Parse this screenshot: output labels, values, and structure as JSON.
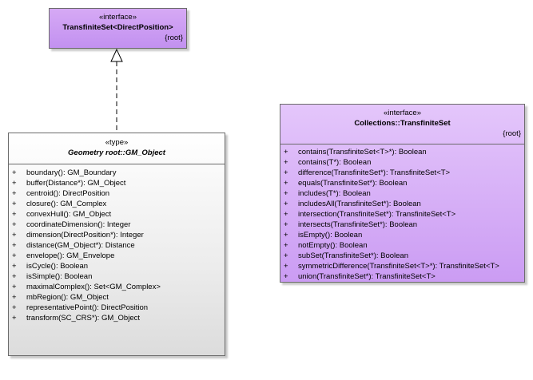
{
  "transfinite_set": {
    "stereotype": "«interface»",
    "name": "TransfiniteSet<DirectPosition>",
    "root": "{root}"
  },
  "gm_object": {
    "stereotype": "«type»",
    "name": "Geometry root::GM_Object",
    "operations": [
      {
        "vis": "+",
        "sig": "boundary(): GM_Boundary"
      },
      {
        "vis": "+",
        "sig": "buffer(Distance*): GM_Object"
      },
      {
        "vis": "+",
        "sig": "centroid(): DirectPosition"
      },
      {
        "vis": "+",
        "sig": "closure(): GM_Complex"
      },
      {
        "vis": "+",
        "sig": "convexHull(): GM_Object"
      },
      {
        "vis": "+",
        "sig": "coordinateDimension(): Integer"
      },
      {
        "vis": "+",
        "sig": "dimension(DirectPosition*): Integer"
      },
      {
        "vis": "+",
        "sig": "distance(GM_Object*): Distance"
      },
      {
        "vis": "+",
        "sig": "envelope(): GM_Envelope"
      },
      {
        "vis": "+",
        "sig": "isCycle(): Boolean"
      },
      {
        "vis": "+",
        "sig": "isSimple(): Boolean"
      },
      {
        "vis": "+",
        "sig": "maximalComplex(): Set<GM_Complex>"
      },
      {
        "vis": "+",
        "sig": "mbRegion(): GM_Object"
      },
      {
        "vis": "+",
        "sig": "representativePoint(): DirectPosition"
      },
      {
        "vis": "+",
        "sig": "transform(SC_CRS*): GM_Object"
      }
    ]
  },
  "collections_ts": {
    "stereotype": "«interface»",
    "name": "Collections::TransfiniteSet",
    "root": "{root}",
    "operations": [
      {
        "vis": "+",
        "sig": "contains(TransfiniteSet<T>*): Boolean"
      },
      {
        "vis": "+",
        "sig": "contains(T*): Boolean"
      },
      {
        "vis": "+",
        "sig": "difference(TransfiniteSet*): TransfiniteSet<T>"
      },
      {
        "vis": "+",
        "sig": "equals(TransfiniteSet*): Boolean"
      },
      {
        "vis": "+",
        "sig": "includes(T*): Boolean"
      },
      {
        "vis": "+",
        "sig": "includesAll(TransfiniteSet*): Boolean"
      },
      {
        "vis": "+",
        "sig": "intersection(TransfiniteSet*): TransfiniteSet<T>"
      },
      {
        "vis": "+",
        "sig": "intersects(TransfiniteSet*): Boolean"
      },
      {
        "vis": "+",
        "sig": "isEmpty(): Boolean"
      },
      {
        "vis": "+",
        "sig": "notEmpty(): Boolean"
      },
      {
        "vis": "+",
        "sig": "subSet(TransfiniteSet*): Boolean"
      },
      {
        "vis": "+",
        "sig": "symmetricDifference(TransfiniteSet<T>*): TransfiniteSet<T>"
      },
      {
        "vis": "+",
        "sig": "union(TransfiniteSet*): TransfiniteSet<T>"
      }
    ]
  }
}
